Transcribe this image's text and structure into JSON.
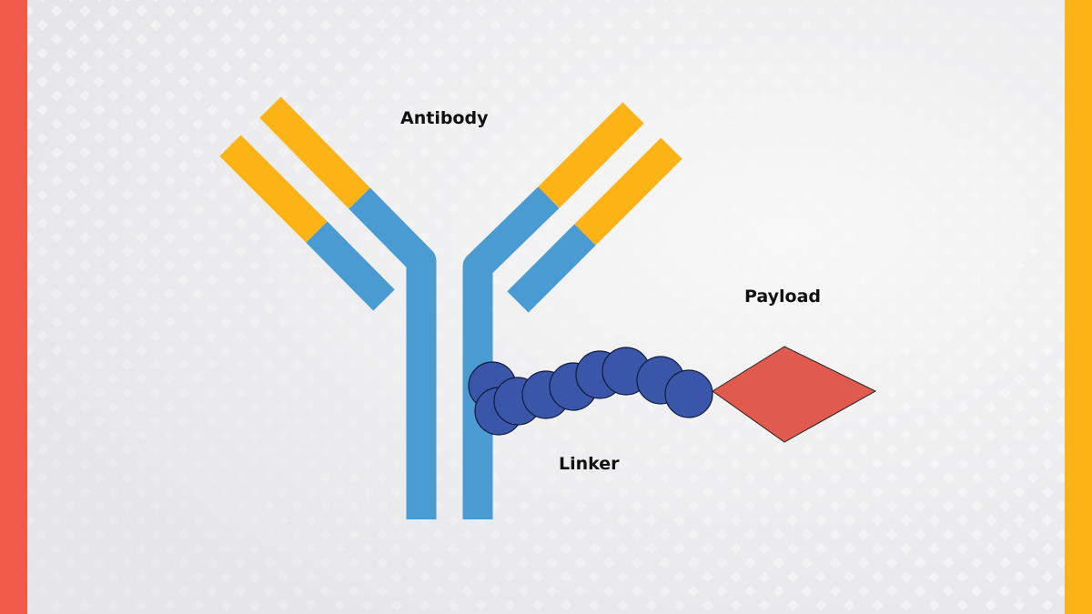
{
  "colors": {
    "left_band": "#F05A48",
    "right_band": "#FBB316",
    "heavy_chain": "#4A9BD1",
    "light_region": "#FBB316",
    "linker_bead": "#3A56A8",
    "payload": "#E05A4E",
    "background_light": "#FFFFFF",
    "background_grey": "#E9E9EB"
  },
  "labels": {
    "antibody": "Antibody",
    "payload": "Payload",
    "linker": "Linker"
  },
  "linker_bead_count": 9,
  "icons": [
    "antibody-icon",
    "linker-chain-icon",
    "payload-diamond-icon"
  ]
}
